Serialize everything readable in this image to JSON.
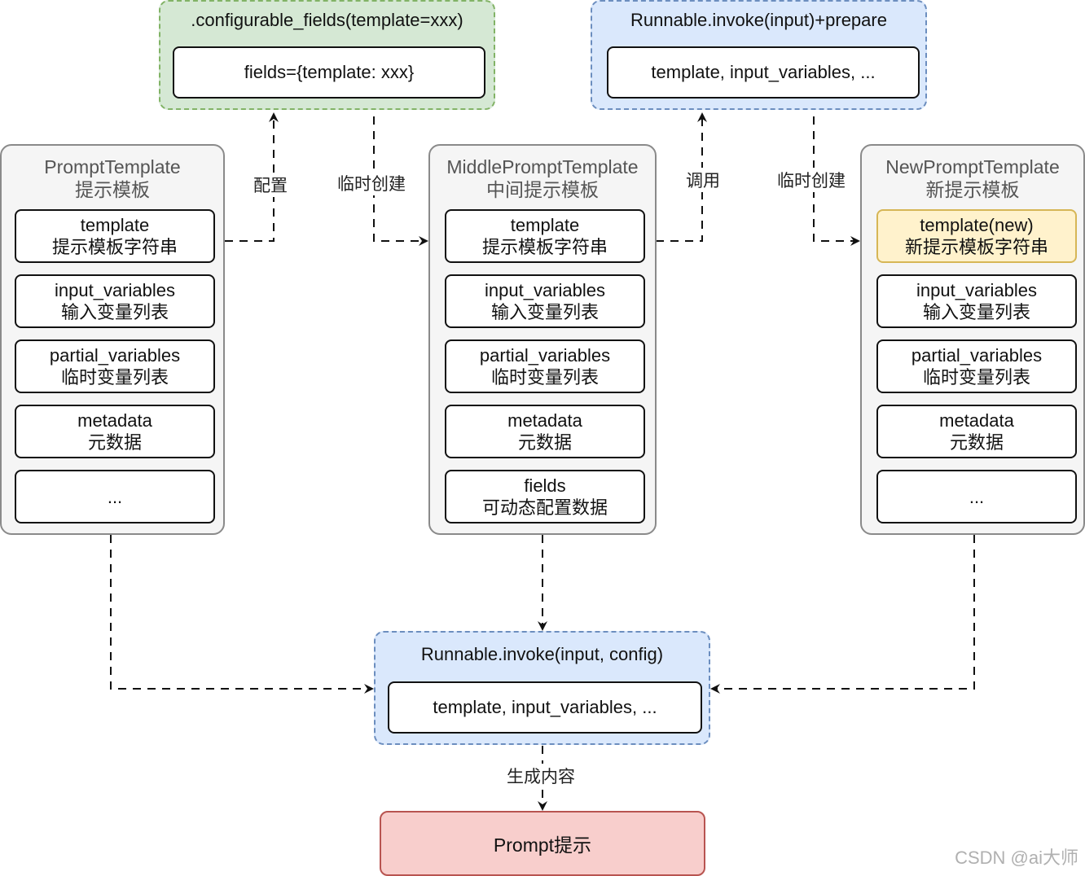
{
  "top_groups": {
    "configurable": {
      "title": ".configurable_fields(template=xxx)",
      "inner": "fields={template: xxx}"
    },
    "invoke_prepare": {
      "title": "Runnable.invoke(input)+prepare",
      "inner": "template, input_variables, ..."
    }
  },
  "containers": {
    "prompt": {
      "title": "PromptTemplate",
      "subtitle": "提示模板",
      "fields": [
        {
          "en": "template",
          "zh": "提示模板字符串"
        },
        {
          "en": "input_variables",
          "zh": "输入变量列表"
        },
        {
          "en": "partial_variables",
          "zh": "临时变量列表"
        },
        {
          "en": "metadata",
          "zh": "元数据"
        },
        {
          "en": "...",
          "zh": ""
        }
      ]
    },
    "middle": {
      "title": "MiddlePromptTemplate",
      "subtitle": "中间提示模板",
      "fields": [
        {
          "en": "template",
          "zh": "提示模板字符串"
        },
        {
          "en": "input_variables",
          "zh": "输入变量列表"
        },
        {
          "en": "partial_variables",
          "zh": "临时变量列表"
        },
        {
          "en": "metadata",
          "zh": "元数据"
        },
        {
          "en": "fields",
          "zh": "可动态配置数据"
        }
      ]
    },
    "new": {
      "title": "NewPromptTemplate",
      "subtitle": "新提示模板",
      "fields": [
        {
          "en": "template(new)",
          "zh": "新提示模板字符串"
        },
        {
          "en": "input_variables",
          "zh": "输入变量列表"
        },
        {
          "en": "partial_variables",
          "zh": "临时变量列表"
        },
        {
          "en": "metadata",
          "zh": "元数据"
        },
        {
          "en": "...",
          "zh": ""
        }
      ]
    }
  },
  "edge_labels": {
    "configure": "配置",
    "temp_create_1": "临时创建",
    "call": "调用",
    "temp_create_2": "临时创建",
    "generate": "生成内容"
  },
  "bottom_group": {
    "title": "Runnable.invoke(input, config)",
    "inner": "template, input_variables, ..."
  },
  "result": {
    "label": "Prompt提示"
  },
  "watermark": "CSDN @ai大师",
  "colors": {
    "green_fill": "#d5e8d4",
    "green_border": "#82b366",
    "blue_fill": "#dae8fc",
    "blue_border": "#6c8ebf",
    "highlight_fill": "#fff2cc",
    "highlight_border": "#d6b656",
    "result_fill": "#f8cecc",
    "result_border": "#b85450"
  }
}
